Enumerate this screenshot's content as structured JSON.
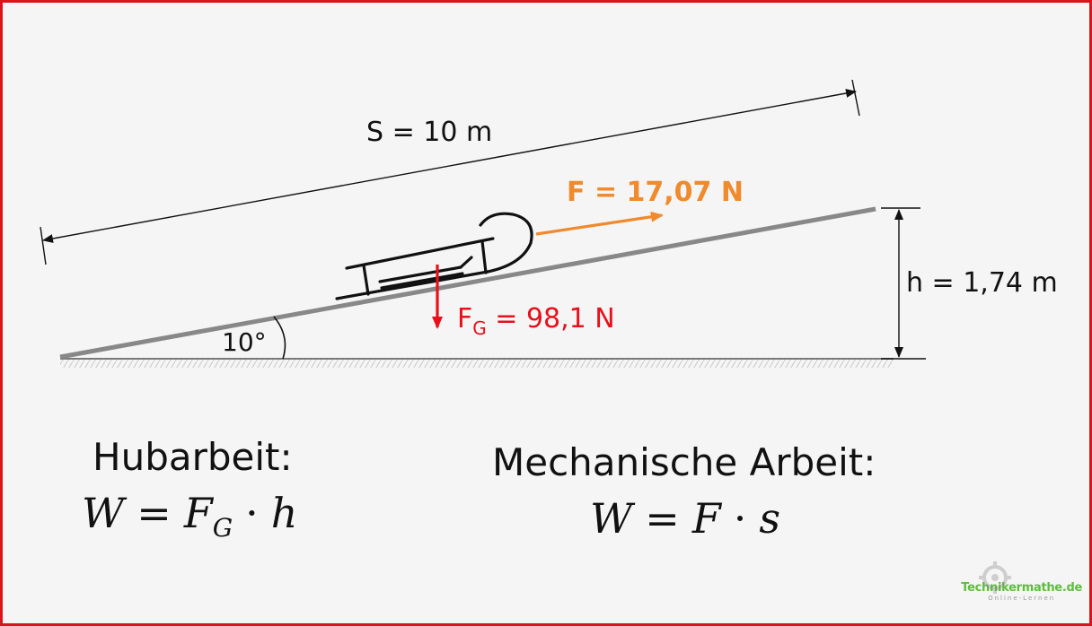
{
  "labels": {
    "distance": "S = 10 m",
    "pull_force": "F = 17,07 N",
    "weight_force_main": "F",
    "weight_force_sub": "G",
    "weight_force_value": " = 98,1 N",
    "height": "h = 1,74 m",
    "angle": "10°"
  },
  "formulas": {
    "left_title": "Hubarbeit:",
    "left": {
      "lhs": "W",
      "eq": "=",
      "f": "F",
      "f_sub": "G",
      "dot": "·",
      "var": "h"
    },
    "right_title": "Mechanische Arbeit:",
    "right": {
      "lhs": "W",
      "eq": "=",
      "f": "F",
      "dot": "·",
      "var": "s"
    }
  },
  "logo": {
    "text": "Technikermathe.de",
    "subtext": "Online-Lernen"
  },
  "colors": {
    "frame": "#d9141b",
    "background": "#f5f5f5",
    "pull_force": "#f08a2c",
    "weight_force": "#e8101a",
    "ramp": "#888888",
    "logo": "#5cbf3a"
  }
}
